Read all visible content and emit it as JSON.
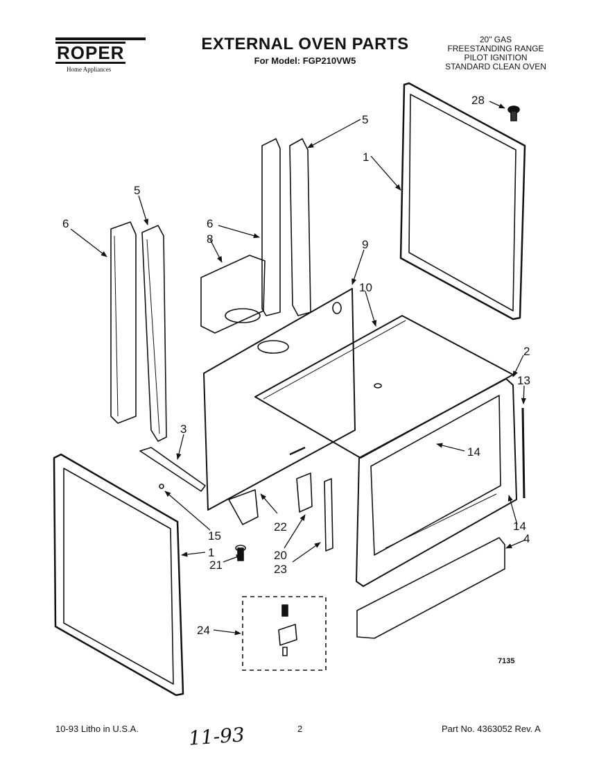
{
  "header": {
    "brand": "ROPER",
    "brand_sub": "Home Appliances",
    "title": "EXTERNAL OVEN PARTS",
    "model": "For Model: FGP210VW5",
    "desc_lines": [
      "20\" GAS",
      "FREESTANDING RANGE",
      "PILOT IGNITION",
      "STANDARD CLEAN OVEN"
    ]
  },
  "callouts": [
    "28",
    "5",
    "1",
    "5",
    "6",
    "6",
    "8",
    "9",
    "10",
    "2",
    "13",
    "14",
    "3",
    "14",
    "4",
    "15",
    "22",
    "1",
    "21",
    "20",
    "23",
    "24"
  ],
  "figure_number": "7135",
  "footer": {
    "left": "10-93 Litho in U.S.A.",
    "page": "2",
    "right": "Part No. 4363052 Rev. A",
    "handwritten": "11-93"
  }
}
